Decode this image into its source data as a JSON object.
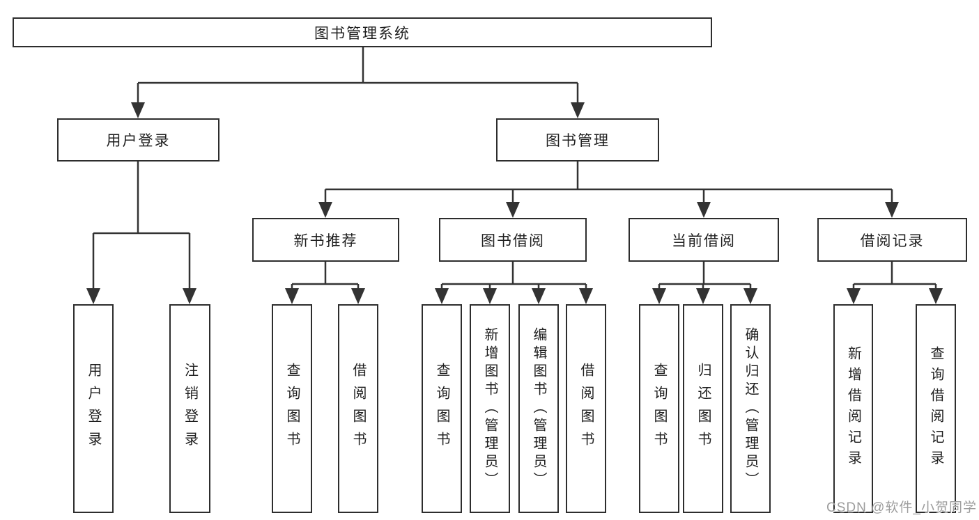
{
  "root": {
    "label": "图书管理系统"
  },
  "modules": [
    {
      "label": "用户登录"
    },
    {
      "label": "图书管理"
    }
  ],
  "categories": [
    {
      "label": "新书推荐"
    },
    {
      "label": "图书借阅"
    },
    {
      "label": "当前借阅"
    },
    {
      "label": "借阅记录"
    }
  ],
  "leaves": [
    {
      "label": "用户登录"
    },
    {
      "label": "注销登录"
    },
    {
      "label": "查询图书"
    },
    {
      "label": "借阅图书"
    },
    {
      "label": "查询图书"
    },
    {
      "label": "新增图书（管理员）"
    },
    {
      "label": "编辑图书（管理员）"
    },
    {
      "label": "借阅图书"
    },
    {
      "label": "查询图书"
    },
    {
      "label": "归还图书"
    },
    {
      "label": "确认归还（管理员）"
    },
    {
      "label": "新增借阅记录"
    },
    {
      "label": "查询借阅记录"
    }
  ],
  "watermark": "CSDN @软件_小贺同学",
  "colors": {
    "line": "#333333",
    "border": "#2d2d2d",
    "text": "#1f1f1f",
    "watermark": "#9c9c9c",
    "background": "#ffffff"
  }
}
